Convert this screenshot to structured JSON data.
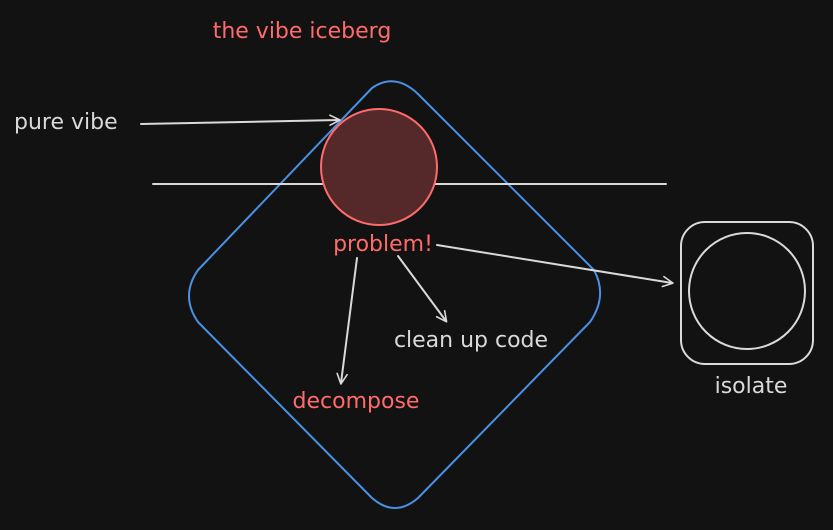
{
  "diagram": {
    "title": "the vibe iceberg",
    "labels": {
      "pure_vibe": "pure vibe",
      "problem": "problem!",
      "clean_up_code": "clean up code",
      "decompose": "decompose",
      "isolate": "isolate"
    }
  },
  "colors": {
    "background": "#121212",
    "accent_red": "#ff6b6b",
    "circle_fill": "#55292a",
    "diamond_stroke": "#4a90e2",
    "line_light": "#d9d9d9"
  }
}
